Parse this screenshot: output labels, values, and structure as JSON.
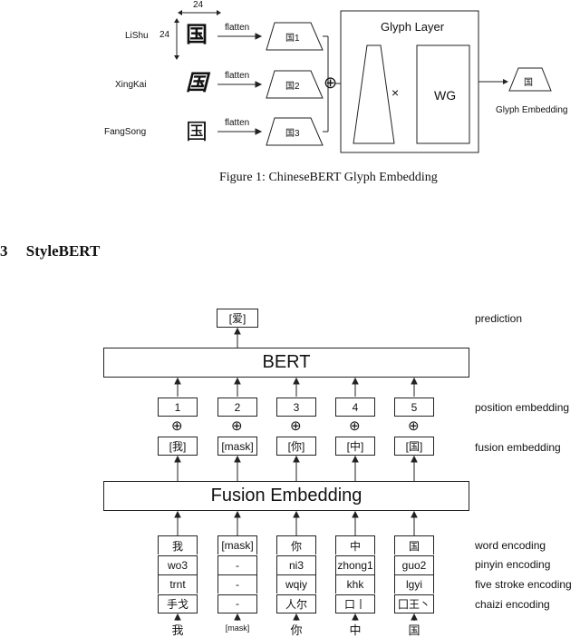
{
  "figure1": {
    "dim_width": "24",
    "dim_height": "24",
    "fonts": [
      "LiShu",
      "XingKai",
      "FangSong"
    ],
    "glyph_char": "国",
    "flatten": "flatten",
    "flat_labels": [
      "国1",
      "国2",
      "国3"
    ],
    "glyph_layer_title": "Glyph Layer",
    "wg": "WG",
    "times": "×",
    "plus": "⊕",
    "glyph_embedding_label": "Glyph Embedding",
    "caption": "Figure 1: ChineseBERT Glyph Embedding"
  },
  "section": {
    "number": "3",
    "title": "StyleBERT"
  },
  "diagram": {
    "prediction_token": "[爱]",
    "prediction_label": "prediction",
    "bert": "BERT",
    "fusion_embedding_block": "Fusion Embedding",
    "positions": [
      "1",
      "2",
      "3",
      "4",
      "5"
    ],
    "position_label": "position embedding",
    "circled_plus": "⊕",
    "fusion_tokens": [
      "[我]",
      "[mask]",
      "[你]",
      "[中]",
      "[国]"
    ],
    "fusion_label": "fusion embedding",
    "columns": [
      {
        "word": "我",
        "pinyin": "wo3",
        "stroke": "trnt",
        "chaizi": "手戈",
        "input": "我"
      },
      {
        "word": "[mask]",
        "pinyin": "-",
        "stroke": "-",
        "chaizi": "-",
        "input": "[mask]"
      },
      {
        "word": "你",
        "pinyin": "ni3",
        "stroke": "wqiy",
        "chaizi": "人尔",
        "input": "你"
      },
      {
        "word": "中",
        "pinyin": "zhong1",
        "stroke": "khk",
        "chaizi": "口丨",
        "input": "中"
      },
      {
        "word": "国",
        "pinyin": "guo2",
        "stroke": "lgyi",
        "chaizi": "囗王丶",
        "input": "国"
      }
    ],
    "row_labels": [
      "word encoding",
      "pinyin encoding",
      "five stroke encoding",
      "chaizi encoding"
    ]
  }
}
